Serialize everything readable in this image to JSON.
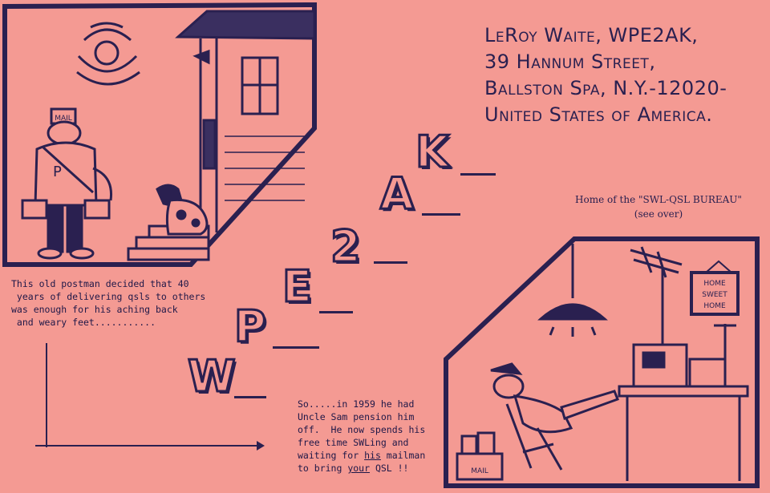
{
  "address": {
    "line1": "LeRoy Waite, WPE2AK,",
    "line2": "39 Hannum Street,",
    "line3": "Ballston Spa, N.Y.-12020-",
    "line4": "United States of America."
  },
  "bureau": {
    "line1": "Home of the \"SWL-QSL BUREAU\"",
    "line2": "(see over)"
  },
  "caption1": {
    "line1": "This old postman decided that 40",
    "line2": " years of delivering qsls to others",
    "line3": "was enough for his aching back",
    "line4": " and weary feet..........."
  },
  "caption2": {
    "line1": "So.....in 1959 he had",
    "line2": "Uncle Sam pension him",
    "line3": "off.  He now spends his",
    "line4": "free time SWLing and",
    "line5_pre": "waiting for ",
    "line5_u": "his",
    "line5_post": " mailman",
    "line6_pre": "to bring ",
    "line6_u": "your",
    "line6_post": " QSL !!"
  },
  "callsign": {
    "letters": [
      "W",
      "P",
      "E",
      "2",
      "A",
      "K"
    ]
  },
  "illustrations": {
    "postman_bag_label": "MAIL",
    "postman_chest_label": "P",
    "sign_line1": "HOME",
    "sign_line2": "SWEET",
    "sign_line3": "HOME",
    "mailbox_label": "MAIL"
  },
  "colors": {
    "card": "#f49a93",
    "ink": "#2a2050"
  }
}
